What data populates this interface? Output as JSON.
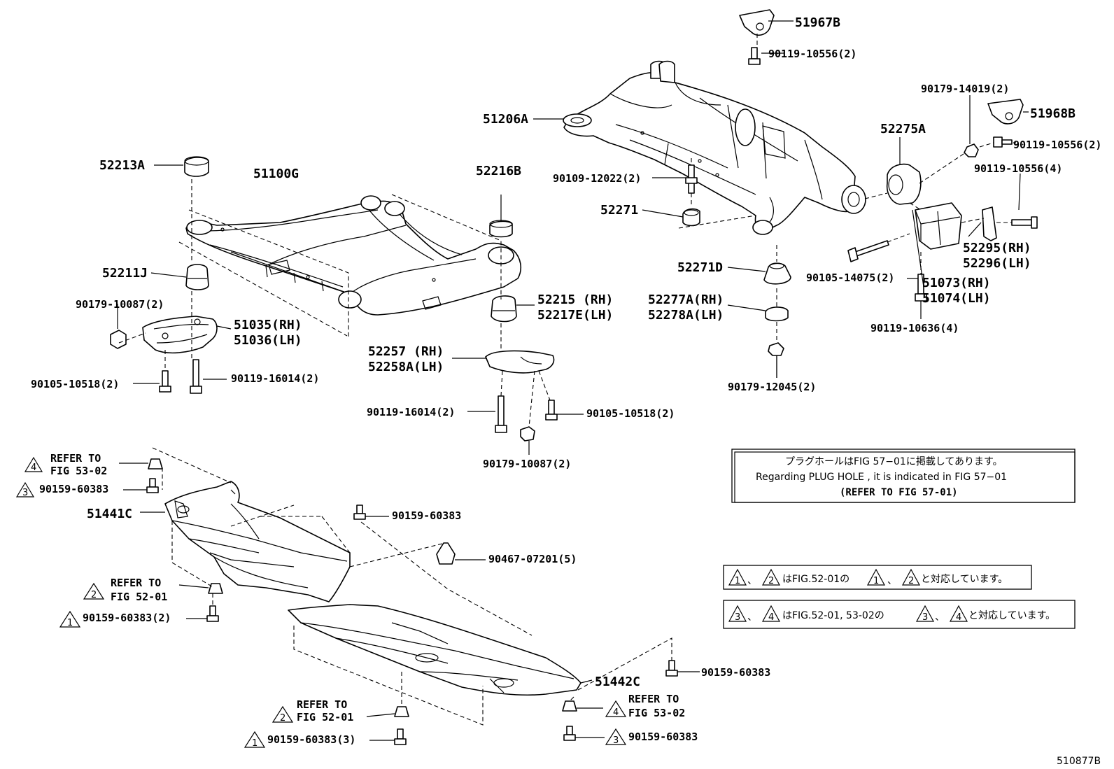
{
  "figure_id": "510877B",
  "labels": {
    "p51967B": "51967B",
    "p90119_10556_2a": "90119-10556(2)",
    "p90179_14019": "90179-14019(2)",
    "p51968B": "51968B",
    "p90119_10556_2b": "90119-10556(2)",
    "p51206A": "51206A",
    "p52275A": "52275A",
    "p90119_10556_4": "90119-10556(4)",
    "p52213A": "52213A",
    "p51100G": "51100G",
    "p52216B": "52216B",
    "p90109_12022": "90109-12022(2)",
    "p52271": "52271",
    "p52295": "52295(RH)",
    "p52296": "52296(LH)",
    "p52211J": "52211J",
    "p52271D": "52271D",
    "p90105_14075": "90105-14075(2)",
    "p51073": "51073(RH)",
    "p51074": "51074(LH)",
    "p90179_10087_a": "90179-10087(2)",
    "p52215": "52215 (RH)",
    "p52217E": "52217E(LH)",
    "p52277A": "52277A(RH)",
    "p52278A": "52278A(LH)",
    "p51035": "51035(RH)",
    "p51036": "51036(LH)",
    "p90119_10636": "90119-10636(4)",
    "p52257": "52257 (RH)",
    "p52258A": "52258A(LH)",
    "p90105_10518_a": "90105-10518(2)",
    "p90119_16014_a": "90119-16014(2)",
    "p90179_12045": "90179-12045(2)",
    "p90119_16014_b": "90119-16014(2)",
    "p90105_10518_b": "90105-10518(2)",
    "p90179_10087_b": "90179-10087(2)",
    "refer_to": "REFER TO",
    "fig_53_02": "FIG 53-02",
    "fig_52_01": "FIG 52-01",
    "p90159_60383_a": "90159-60383",
    "p51441C": "51441C",
    "p90159_60383_b": "90159-60383",
    "p90467_07201": "90467-07201(5)",
    "p90159_60383_c": "90159-60383(2)",
    "p51442C": "51442C",
    "p90159_60383_d": "90159-60383",
    "p90159_60383_e": "90159-60383(3)",
    "p90159_60383_f": "90159-60383"
  },
  "triangles": {
    "t1": "1",
    "t2": "2",
    "t3": "3",
    "t4": "4"
  },
  "notes": {
    "plug_jp": "プラグホールはFIG 57−01に掲載してあります。",
    "plug_en": "Regarding  PLUG  HOLE , it is indicated in FIG  57−01",
    "plug_ref": "(REFER TO FIG 57-01)",
    "corr1_sep": "、",
    "corr1_mid": "はFIG.52-01の",
    "corr1_end": "と対応しています。",
    "corr2_mid": "はFIG.52-01, 53-02の",
    "corr2_end": "と対応しています。"
  }
}
